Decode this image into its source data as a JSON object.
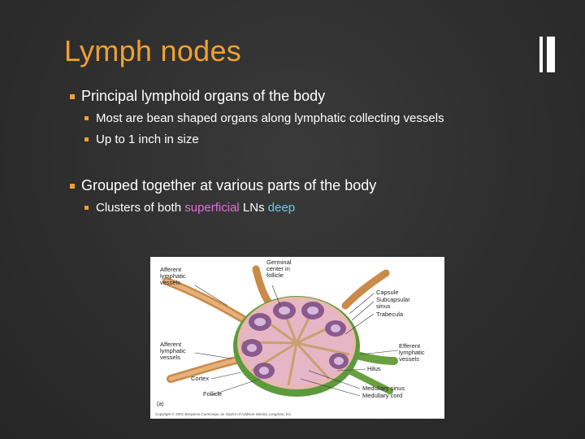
{
  "slide": {
    "title": "Lymph nodes",
    "bullets": [
      {
        "text": "Principal lymphoid organs of the body",
        "sub": [
          "Most are bean shaped organs along lymphatic collecting vessels",
          "Up to 1 inch in size"
        ]
      },
      {
        "text": "Grouped together at various parts of the body",
        "sub_parts": {
          "prefix": "Clusters of both ",
          "superficial": "superficial",
          "middle": " LNs ",
          "deep": "deep"
        }
      }
    ],
    "accent_color": "#f0a030"
  },
  "figure": {
    "panel": "(a)",
    "copyright": "Copyright © 2001 Benjamin Cummings, an imprint of Addison Wesley Longman, Inc.",
    "labels": {
      "afferent_top": "Afferent\nlymphatic\nvessels",
      "germinal": "Germinal\ncenter in\nfollicle",
      "capsule": "Capsule",
      "subcapsular": "Subcapsular\nsinus",
      "trabecula": "Trabecula",
      "afferent_bottom": "Afferent\nlymphatic\nvessels",
      "efferent": "Efferent\nlymphatic\nvessels",
      "cortex": "Cortex",
      "hilus": "Hilus",
      "follicle": "Follicle",
      "medullary_sinus": "Medullary sinus",
      "medullary_cord": "Medullary cord"
    }
  }
}
